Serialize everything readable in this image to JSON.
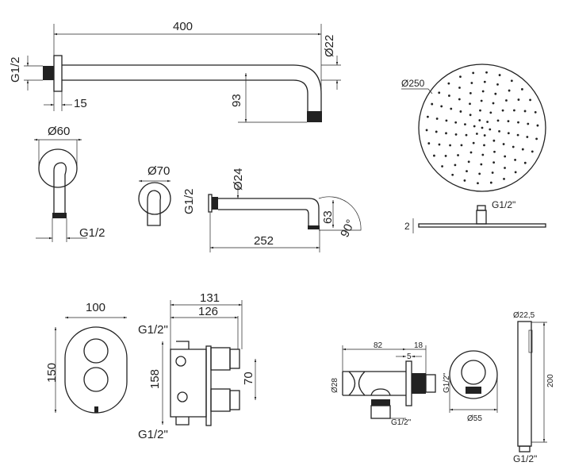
{
  "title": "Shower set technical drawing",
  "wall_arm": {
    "length": "400",
    "diameter": "Ø22",
    "thread": "G1/2",
    "flange": "15",
    "drop": "93"
  },
  "arm_flange": {
    "diameter": "Ø60",
    "thread": "G1/2"
  },
  "spout": {
    "rosette": "Ø70",
    "diameter": "Ø24",
    "thread": "G1/2",
    "height": "63",
    "angle": "90°",
    "length": "252"
  },
  "shower_head": {
    "diameter": "Ø250",
    "thread": "G1/2\"",
    "thickness": "2"
  },
  "thermostatic_valve": {
    "width": "100",
    "height": "150",
    "depth_total": "131",
    "depth_body": "126",
    "thread_top": "G1/2\"",
    "body_height": "158",
    "outlet_spacing": "70",
    "thread_bottom": "G1/2\""
  },
  "wall_elbow": {
    "length": "82",
    "flange": "18",
    "plate": "5",
    "diameter": "Ø28",
    "thread_side": "G1/2\"",
    "thread_bottom": "G1/2\""
  },
  "wall_outlet": {
    "diameter": "Ø55"
  },
  "hand_shower": {
    "diameter": "Ø22,5",
    "length": "200",
    "thread": "G1/2\""
  }
}
